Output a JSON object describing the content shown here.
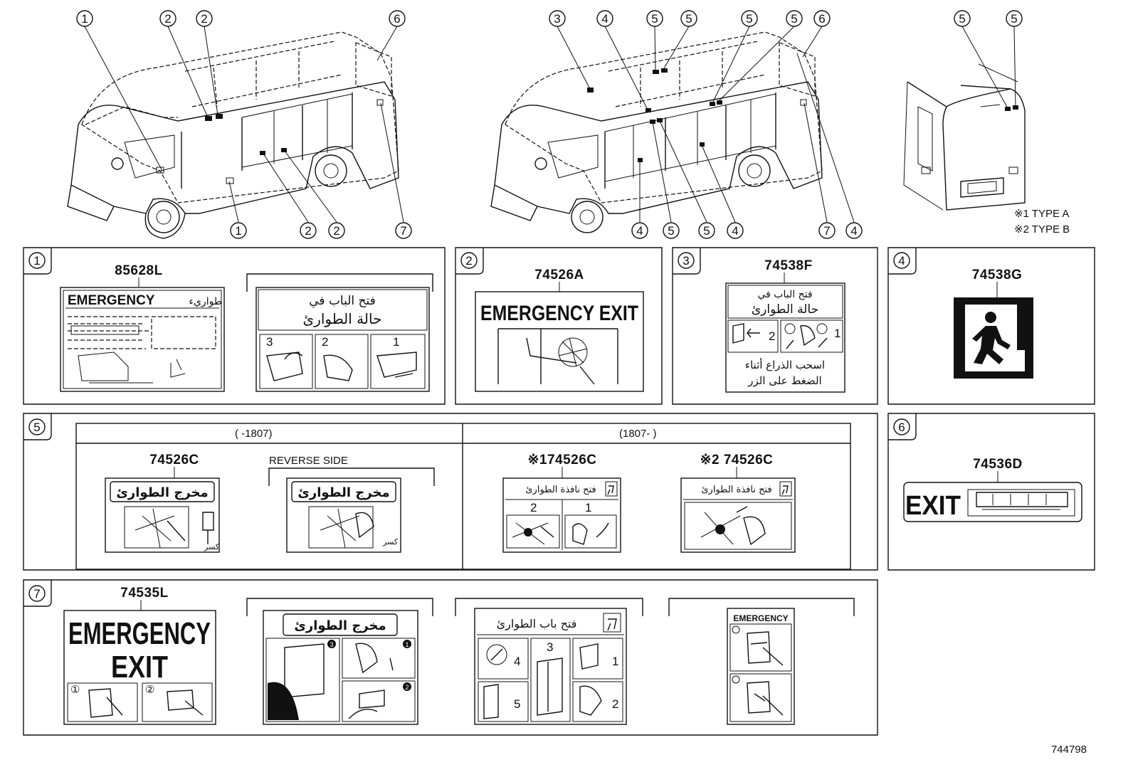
{
  "legend": {
    "type_a": "※1 TYPE A",
    "type_b": "※2 TYPE B"
  },
  "figure_id": "744798",
  "callouts": [
    "1",
    "2",
    "3",
    "4",
    "5",
    "6",
    "7"
  ],
  "panels": {
    "p1": {
      "part": "85628L",
      "sticker_a": {
        "title_en": "EMERGENCY",
        "title_ar": "طواريء"
      },
      "sticker_b": {
        "line1": "فتح الباب في",
        "line2": "حالة الطوارئ",
        "steps": [
          "3",
          "2",
          "1"
        ]
      }
    },
    "p2": {
      "part": "74526A",
      "text": "EMERGENCY EXIT"
    },
    "p3": {
      "part": "74538F",
      "line1": "فتح الباب في",
      "line2": "حالة الطوارئ",
      "step_a": "2",
      "step_b": "1",
      "line3": "اسحب الذراع أثناء",
      "line4": "الضغط على الزر"
    },
    "p4": {
      "part": "74538G"
    },
    "p5": {
      "left_header": "(      -1807)",
      "right_header": "(1807-      )",
      "c1": {
        "part": "74526C",
        "title": "مخرج الطوارئ",
        "break": "كسر"
      },
      "c2": {
        "label": "REVERSE SIDE",
        "title": "مخرج الطوارئ",
        "break": "كسر"
      },
      "c3": {
        "part": "※174526C",
        "title": "فتح نافذة الطوارئ",
        "steps": [
          "2",
          "1"
        ]
      },
      "c4": {
        "part": "※2 74526C",
        "title": "فتح نافذة الطوارئ"
      }
    },
    "p6": {
      "part": "74536D",
      "text": "EXIT"
    },
    "p7": {
      "part": "74535L",
      "s1": {
        "line1": "EMERGENCY",
        "line2": "EXIT",
        "steps": [
          "①",
          "②"
        ]
      },
      "s2": {
        "title": "مخرج الطوارئ",
        "steps": [
          "3",
          "1",
          "2"
        ]
      },
      "s3": {
        "title": "فتح باب الطوارئ",
        "steps": [
          "4",
          "3",
          "1",
          "5",
          "2"
        ]
      },
      "s4": {
        "title": "EMERGENCY"
      }
    }
  }
}
